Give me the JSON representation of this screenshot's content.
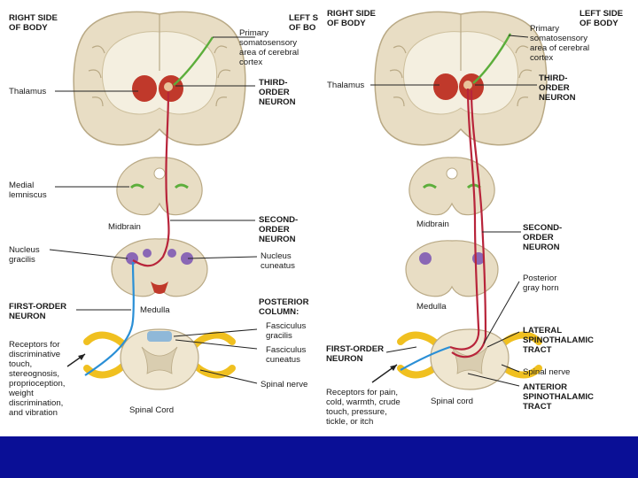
{
  "colors": {
    "background": "#ffffff",
    "bottom_band": "#0a0f96",
    "brain_tissue": "#e8ddc4",
    "white_matter": "#f4efe0",
    "gyri_shadow": "#b9a985",
    "thalamus": "#c0392b",
    "tract_red": "#b8243a",
    "tract_blue": "#2a8fd6",
    "cortex_green": "#5cae3b",
    "nucleus_purple": "#8a67b5",
    "spinal_nerve_yellow": "#f0c020",
    "leader_line": "#222222"
  },
  "left_panel": {
    "labels": {
      "right_side_of_body": [
        "RIGHT SIDE",
        "OF BODY"
      ],
      "left_side_of_body": [
        "LEFT S",
        "OF BO"
      ],
      "primary_somatosensory": [
        "Primary",
        "somatosensory",
        "area of cerebral",
        "cortex"
      ],
      "thalamus": "Thalamus",
      "third_order_neuron": [
        "THIRD-",
        "ORDER",
        "NEURON"
      ],
      "medial_lemniscus": [
        "Medial",
        "lemniscus"
      ],
      "midbrain": "Midbrain",
      "second_order_neuron": [
        "SECOND-",
        "ORDER",
        "NEURON"
      ],
      "nucleus_gracilis": [
        "Nucleus",
        "gracilis"
      ],
      "nucleus_cuneatus": [
        "Nucleus",
        "cuneatus"
      ],
      "first_order_neuron": [
        "FIRST-ORDER",
        "NEURON"
      ],
      "medulla": "Medulla",
      "posterior_column": [
        "POSTERIOR",
        "COLUMN:"
      ],
      "fasciculus_gracilis": [
        "Fasciculus",
        "gracilis"
      ],
      "fasciculus_cuneatus": [
        "Fasciculus",
        "cuneatus"
      ],
      "receptors": [
        "Receptors for",
        "discriminative",
        "touch,",
        "stereognosis,",
        "proprioception,",
        "weight",
        "discrimination,",
        "and vibration"
      ],
      "spinal_nerve": "Spinal nerve",
      "spinal_cord": "Spinal Cord"
    }
  },
  "right_panel": {
    "labels": {
      "right_side_of_body": [
        "RIGHT SIDE",
        "OF BODY"
      ],
      "left_side_of_body": [
        "LEFT SIDE",
        "OF BODY"
      ],
      "primary_somatosensory": [
        "Primary",
        "somatosensory",
        "area of cerebral",
        "cortex"
      ],
      "thalamus": "Thalamus",
      "third_order_neuron": [
        "THIRD-",
        "ORDER",
        "NEURON"
      ],
      "midbrain": "Midbrain",
      "second_order_neuron": [
        "SECOND-",
        "ORDER",
        "NEURON"
      ],
      "medulla": "Medulla",
      "posterior_gray_horn": [
        "Posterior",
        "gray horn"
      ],
      "first_order_neuron": [
        "FIRST-ORDER",
        "NEURON"
      ],
      "lateral_spinothalamic": [
        "LATERAL",
        "SPINOTHALAMIC",
        "TRACT"
      ],
      "spinal_nerve": "Spinal nerve",
      "anterior_spinothalamic": [
        "ANTERIOR",
        "SPINOTHALAMIC",
        "TRACT"
      ],
      "receptors": [
        "Receptors for pain,",
        "cold, warmth, crude",
        "touch, pressure,",
        "tickle, or itch"
      ],
      "spinal_cord": "Spinal cord"
    }
  }
}
